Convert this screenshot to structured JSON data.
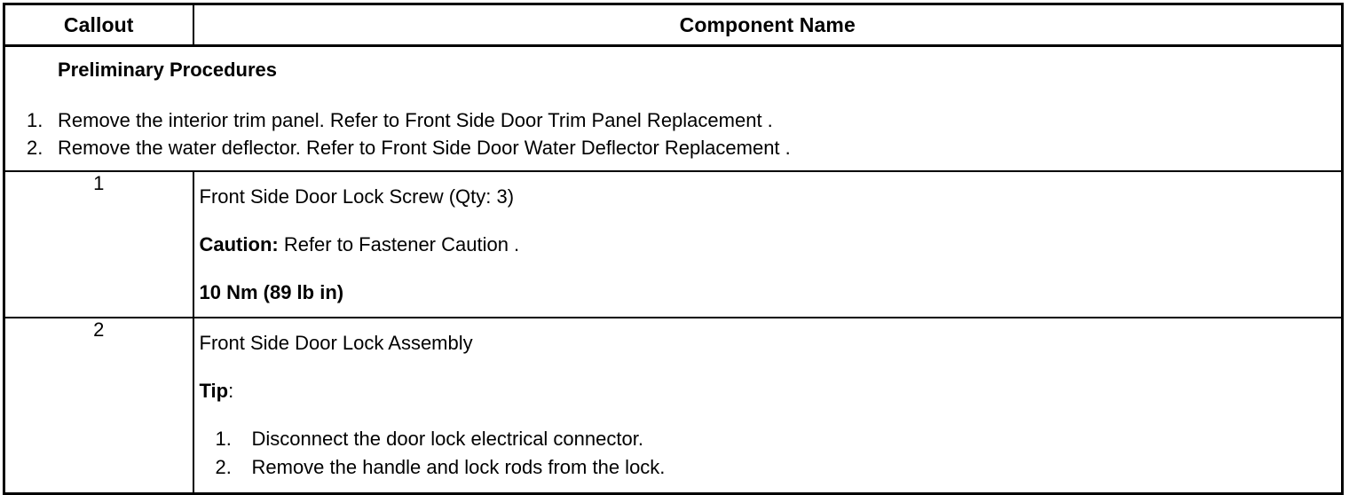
{
  "table": {
    "columns": [
      {
        "key": "callout",
        "label": "Callout"
      },
      {
        "key": "component_name",
        "label": "Component Name"
      }
    ],
    "preliminary": {
      "title": "Preliminary Procedures",
      "steps": [
        {
          "num": "1.",
          "text": "Remove the interior trim panel. Refer to Front Side Door Trim Panel Replacement ."
        },
        {
          "num": "2.",
          "text": "Remove the water deflector. Refer to Front Side Door Water Deflector Replacement ."
        }
      ]
    },
    "rows": [
      {
        "callout": "1",
        "name": "Front Side Door Lock Screw (Qty: 3)",
        "caution_label": "Caution:",
        "caution_text": " Refer to Fastener Caution .",
        "torque": "10 Nm (89 lb in)"
      },
      {
        "callout": "2",
        "name": "Front Side Door Lock Assembly",
        "tip_label": "Tip",
        "tip_colon": ":",
        "tip_steps": [
          {
            "num": "1.",
            "text": "Disconnect the door lock electrical connector."
          },
          {
            "num": "2.",
            "text": "Remove the handle and lock rods from the lock."
          }
        ]
      }
    ]
  }
}
